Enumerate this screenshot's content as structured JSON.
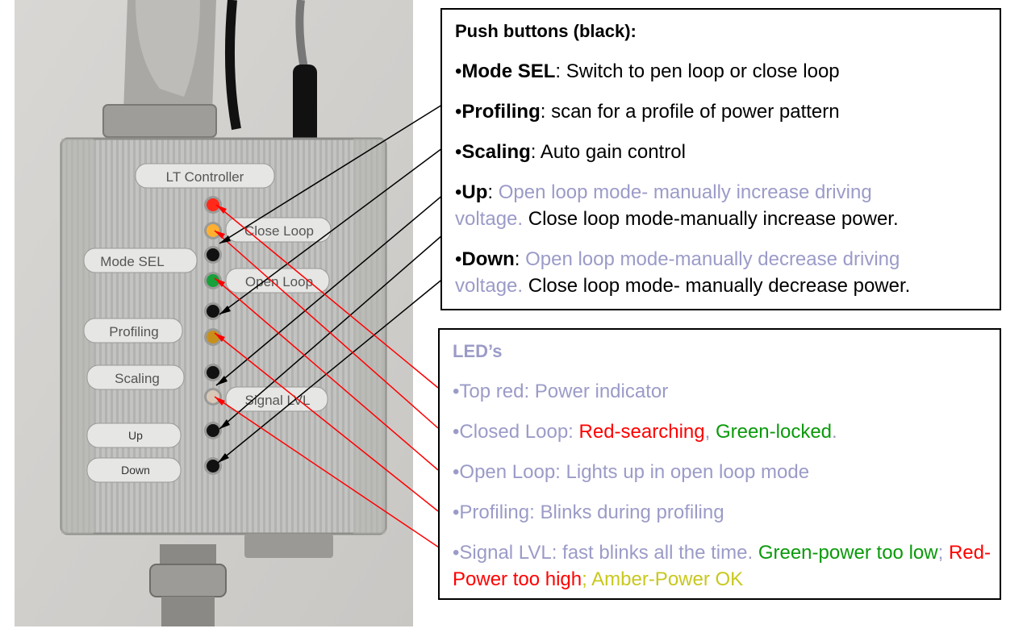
{
  "device": {
    "title_label": "LT Controller",
    "button_labels": [
      "Mode SEL",
      "Profiling",
      "Scaling",
      "Up",
      "Down"
    ],
    "led_labels": [
      "Close Loop",
      "Open Loop",
      "Signal LVL"
    ],
    "led_colors": [
      "#ff2a1a",
      "#ffb030",
      "#111111",
      "#18a03a",
      "#111111",
      "#c8901a",
      "#111111",
      "#d8c8b8",
      "#111111",
      "#111111"
    ]
  },
  "push_buttons": {
    "title": "Push buttons (black):",
    "items": [
      {
        "bullet": "•",
        "name": "Mode SEL",
        "sep": ": ",
        "desc": "Switch to pen loop or close loop"
      },
      {
        "bullet": "•",
        "name": "Profiling",
        "sep": ": ",
        "desc": "scan for a profile of power pattern"
      },
      {
        "bullet": "•",
        "name": "Scaling",
        "sep": ": ",
        "desc": "Auto gain control"
      },
      {
        "bullet": "•",
        "name": "Up",
        "sep": ": ",
        "desc_open": "Open loop mode- manually increase driving",
        "desc_open2": "voltage.",
        "desc_close": " Close loop mode-manually increase power."
      },
      {
        "bullet": "•",
        "name": "Down",
        "sep": ": ",
        "desc_open": "Open loop mode-manually decrease driving",
        "desc_open2": "voltage.",
        "desc_close": " Close loop mode- manually decrease power."
      }
    ]
  },
  "leds": {
    "title": "LED’s",
    "top_red": "•Top red: Power indicator",
    "closed_loop": {
      "prefix": "•Closed Loop: ",
      "red": "Red-searching",
      "comma": ", ",
      "green": "Green-locked",
      "dot": "."
    },
    "open_loop": "•Open Loop: Lights up in open loop mode",
    "profiling": "•Profiling: Blinks during profiling",
    "signal_lvl": {
      "prefix": "•Signal LVL: fast blinks all the time.  ",
      "green": "Green-power too low",
      "semi1": "; ",
      "red": "Red- Power too high",
      "semi2": "; ",
      "amber": "Amber-Power OK"
    }
  },
  "colors": {
    "accent_lavender": "#9b9bc8",
    "red": "#ff0000",
    "green": "#0a9a0a",
    "amber": "#c8c81e"
  }
}
